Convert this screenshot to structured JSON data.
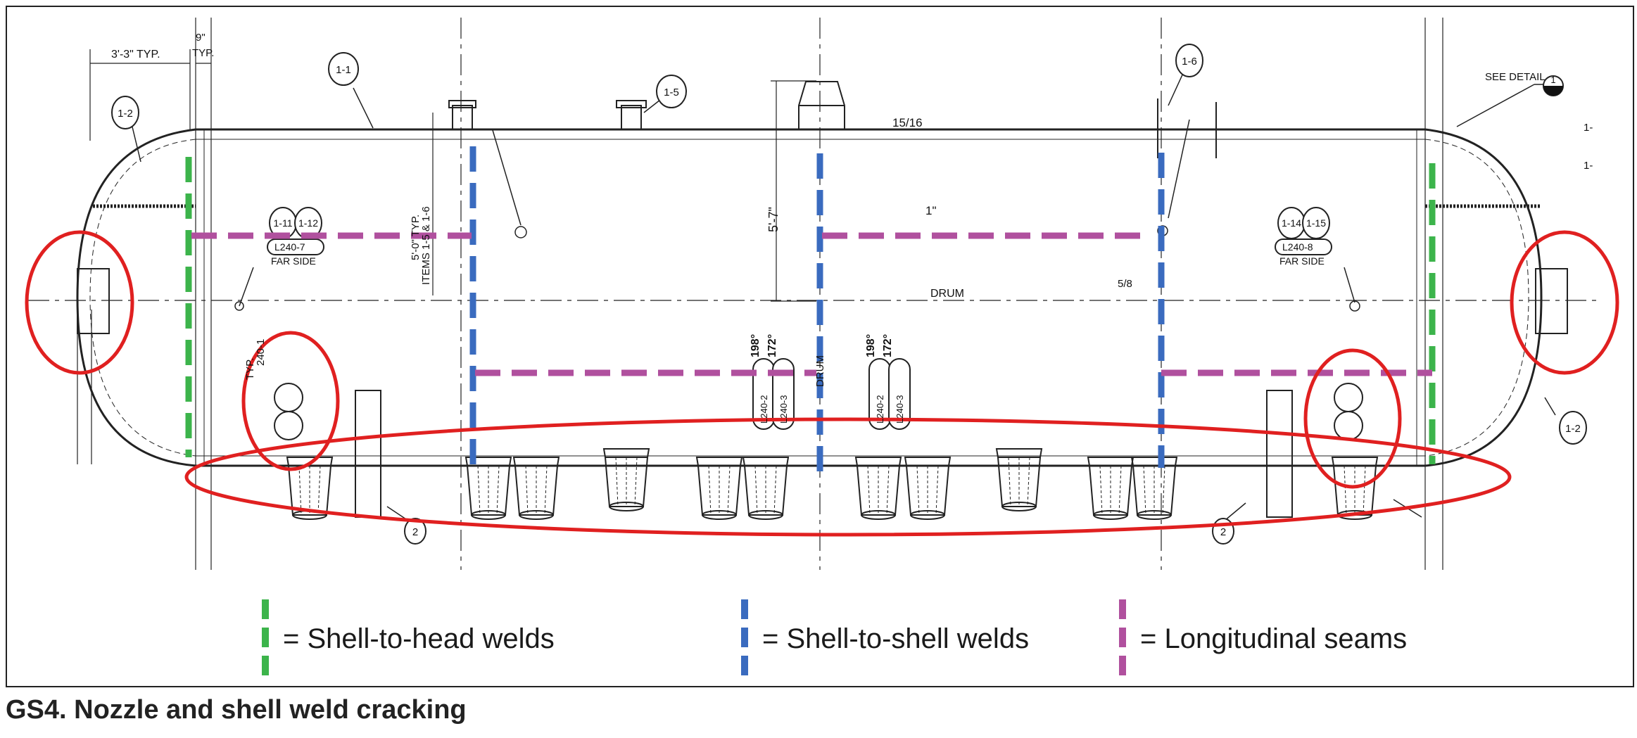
{
  "colors": {
    "shell_to_head": "#3cb44b",
    "shell_to_shell": "#3a6bbf",
    "longitudinal": "#b0509e",
    "crack_highlight": "#e02020",
    "drawing_line": "#222222"
  },
  "drawing": {
    "dims": {
      "overall_left": "3'-3\" TYP.",
      "head_offset": "9\"",
      "head_offset_typ": "TYP.",
      "height": "5'-7\"",
      "nozzle_elev": "5'-0\" TYP.",
      "nozzle_items": "ITEMS 1-5 & 1-6",
      "weld_sym": "15/16",
      "shell_thk": "1\"",
      "angle_a": "198°",
      "angle_b": "172°",
      "angle_c": "198°",
      "angle_d": "172°",
      "left_label": "240-1",
      "left_typ": "TYP.",
      "drum_mid": "DRUM",
      "frac": "5/8"
    },
    "callouts": {
      "c1_1": "1-1",
      "c1_2": "1-2",
      "c1_2b": "1-2",
      "c1_5": "1-5",
      "c1_6": "1-6",
      "c1_11": "1-11",
      "c1_12": "1-12",
      "c1_14": "1-14",
      "c1_15": "1-15",
      "c2a": "2",
      "c2b": "2",
      "cr1": "1-",
      "cr2": "1-",
      "detail_num": "1"
    },
    "labels": {
      "see_detail": "SEE DETAIL",
      "drum_center": "DRUM",
      "l240_7": "L240-7",
      "l240_8": "L240-8",
      "far_side_a": "FAR SIDE",
      "far_side_b": "FAR SIDE",
      "l240_2": "L240-2",
      "l240_3": "L240-3",
      "l240_2b": "L240-2",
      "l240_3b": "L240-3"
    }
  },
  "legend": [
    {
      "label": "=  Shell-to-head welds",
      "color": "#3cb44b"
    },
    {
      "label": "= Shell-to-shell welds",
      "color": "#3a6bbf"
    },
    {
      "label": "= Longitudinal seams",
      "color": "#b0509e"
    }
  ],
  "caption": "GS4. Nozzle and shell weld cracking"
}
